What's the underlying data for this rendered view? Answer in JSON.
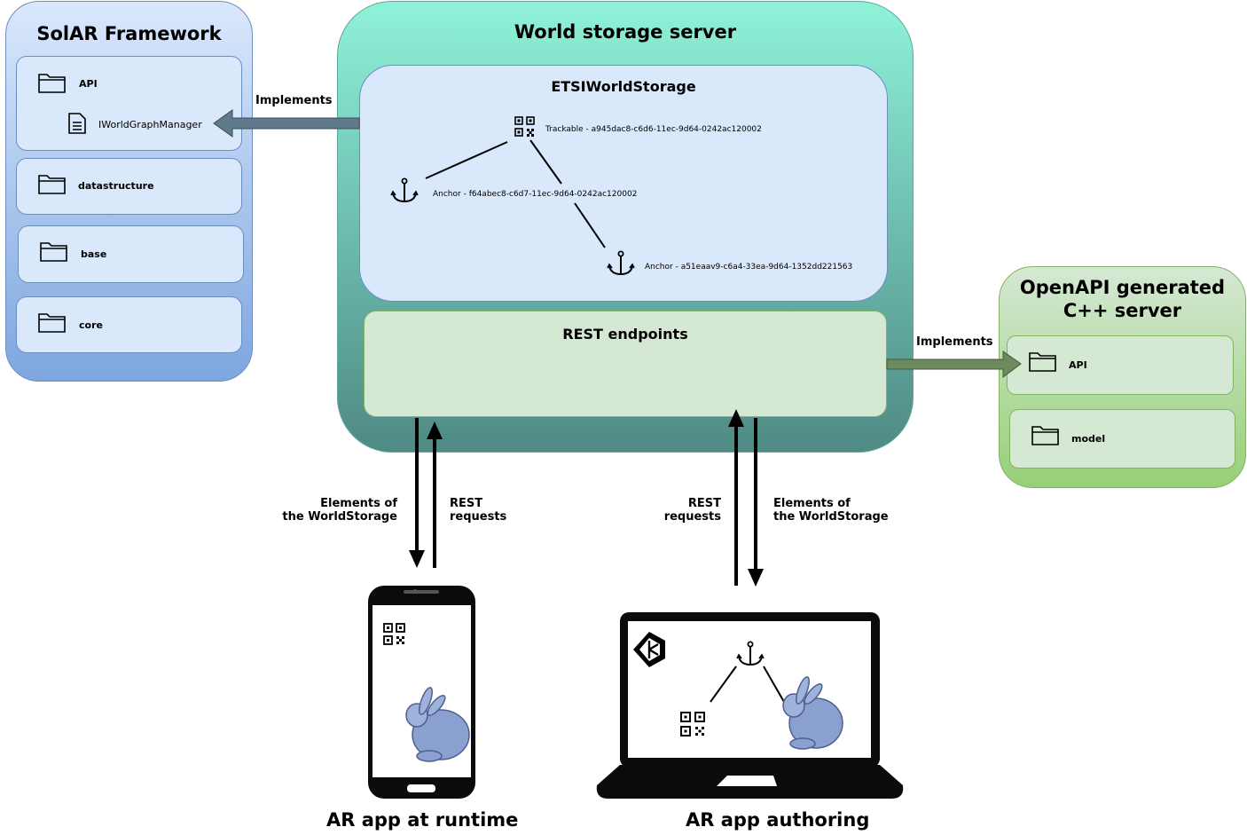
{
  "solar": {
    "title": "SolAR Framework",
    "packages": [
      {
        "label": "API",
        "child": "IWorldGraphManager"
      },
      {
        "label": "datastructure"
      },
      {
        "label": "base"
      },
      {
        "label": "core"
      }
    ]
  },
  "world_storage": {
    "title": "World storage server",
    "etsi": {
      "title": "ETSIWorldStorage",
      "trackable": "Trackable  - a945dac8-c6d6-11ec-9d64-0242ac120002",
      "anchor1": "Anchor - f64abec8-c6d7-11ec-9d64-0242ac120002",
      "anchor2": "Anchor - a51eaav9-c6a4-33ea-9d64-1352dd221563"
    },
    "rest": {
      "title": "REST endpoints"
    }
  },
  "openapi": {
    "title_line1": "OpenAPI generated",
    "title_line2": "C++ server",
    "packages": [
      {
        "label": "API"
      },
      {
        "label": "model"
      }
    ]
  },
  "arrows": {
    "implements_left": "Implements",
    "implements_right": "Implements",
    "runtime_elements_line1": "Elements of",
    "runtime_elements_line2": "the WorldStorage",
    "runtime_rest_line1": "REST",
    "runtime_rest_line2": "requests",
    "authoring_rest_line1": "REST",
    "authoring_rest_line2": "requests",
    "authoring_elements_line1": "Elements of",
    "authoring_elements_line2": "the WorldStorage"
  },
  "captions": {
    "runtime": "AR app at runtime",
    "authoring": "AR app authoring"
  },
  "colors": {
    "solar_top": "#dae8fc",
    "solar_bottom": "#7ea6e0",
    "wss_top": "#8ff2d8",
    "wss_bottom": "#4f8a84",
    "rest_fill": "#d5e8d4",
    "openapi_bottom": "#97d077",
    "implements_left_arrow": "#5f7a8a",
    "implements_right_arrow": "#6d8a5e"
  }
}
